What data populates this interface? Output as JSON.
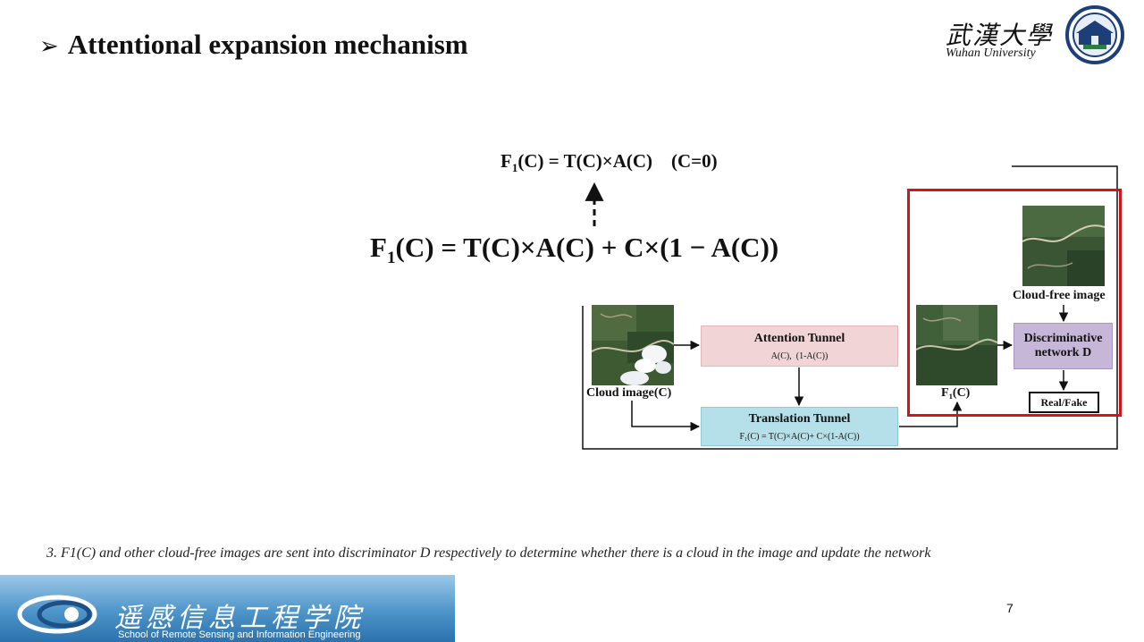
{
  "slide": {
    "title": "Attentional expansion mechanism",
    "page_number": "7"
  },
  "header": {
    "university_cn": "武漢大學",
    "university_en": "Wuhan University"
  },
  "equations": {
    "top": {
      "lhs": "F",
      "sub": "1",
      "rhs": "(C) = T(C)×A(C)    (C=0)"
    },
    "main": {
      "lhs": "F",
      "sub": "1",
      "rhs": "(C) = T(C)×A(C) + C×(1 − A(C))"
    }
  },
  "diagram": {
    "cloud_image_label": "Cloud image(C)",
    "attention": {
      "title": "Attention Tunnel",
      "subtitle": "A(C),  (1-A(C))"
    },
    "translation": {
      "title": "Translation Tunnel",
      "formula_pre": "F",
      "formula_sub": "1",
      "formula_post": "(C) = T(C)×A(C)+ C×(1-A(C))"
    },
    "output_label_pre": "F",
    "output_label_sub": "1",
    "output_label_post": "(C)",
    "cloudfree_label": "Cloud-free image",
    "discriminator": {
      "line1": "Discriminative",
      "line2": "network D"
    },
    "realfake": "Real/Fake",
    "colors": {
      "highlight": "#d0151b",
      "attention": "#f1d4d6",
      "translation": "#b5e0ea",
      "discriminator": "#c6b6d8"
    }
  },
  "caption": "3. F1(C) and other cloud-free images are sent into discriminator D respectively to determine whether there is a cloud in the image and update the network",
  "footer": {
    "school_cn": "遥感信息工程学院",
    "school_en": "School of Remote Sensing and Information Engineering"
  }
}
